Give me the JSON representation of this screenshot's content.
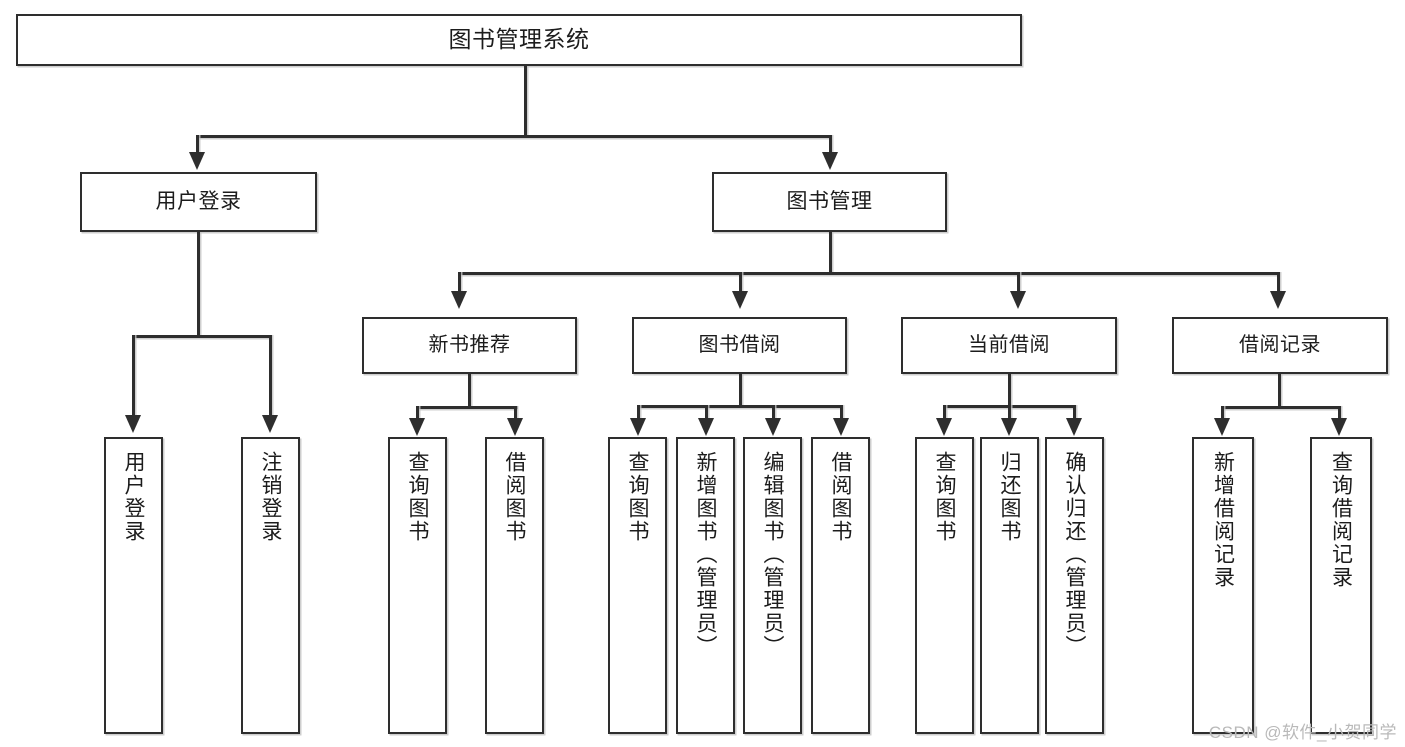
{
  "diagram": {
    "type": "tree-hierarchy",
    "title": "图书管理系统",
    "root": {
      "label": "图书管理系统"
    },
    "level1": [
      {
        "label": "用户登录"
      },
      {
        "label": "图书管理"
      }
    ],
    "level2": [
      {
        "label": "新书推荐"
      },
      {
        "label": "图书借阅"
      },
      {
        "label": "当前借阅"
      },
      {
        "label": "借阅记录"
      }
    ],
    "leaves": {
      "user_login": [
        {
          "label": "用户登录"
        },
        {
          "label": "注销登录"
        }
      ],
      "new_book_recommend": [
        {
          "label": "查询图书"
        },
        {
          "label": "借阅图书"
        }
      ],
      "book_borrow": [
        {
          "label": "查询图书"
        },
        {
          "label": "新增图书（管理员）"
        },
        {
          "label": "编辑图书（管理员）"
        },
        {
          "label": "借阅图书"
        }
      ],
      "current_borrow": [
        {
          "label": "查询图书"
        },
        {
          "label": "归还图书"
        },
        {
          "label": "确认归还（管理员）"
        }
      ],
      "borrow_record": [
        {
          "label": "新增借阅记录"
        },
        {
          "label": "查询借阅记录"
        }
      ]
    }
  },
  "watermark": {
    "text": "CSDN @软件_小贺同学"
  },
  "colors": {
    "line": "#2e2e2e",
    "box_fill": "#ffffff",
    "text": "#1c1c1c",
    "watermark": "#b9b9b9",
    "background": "#ffffff"
  }
}
